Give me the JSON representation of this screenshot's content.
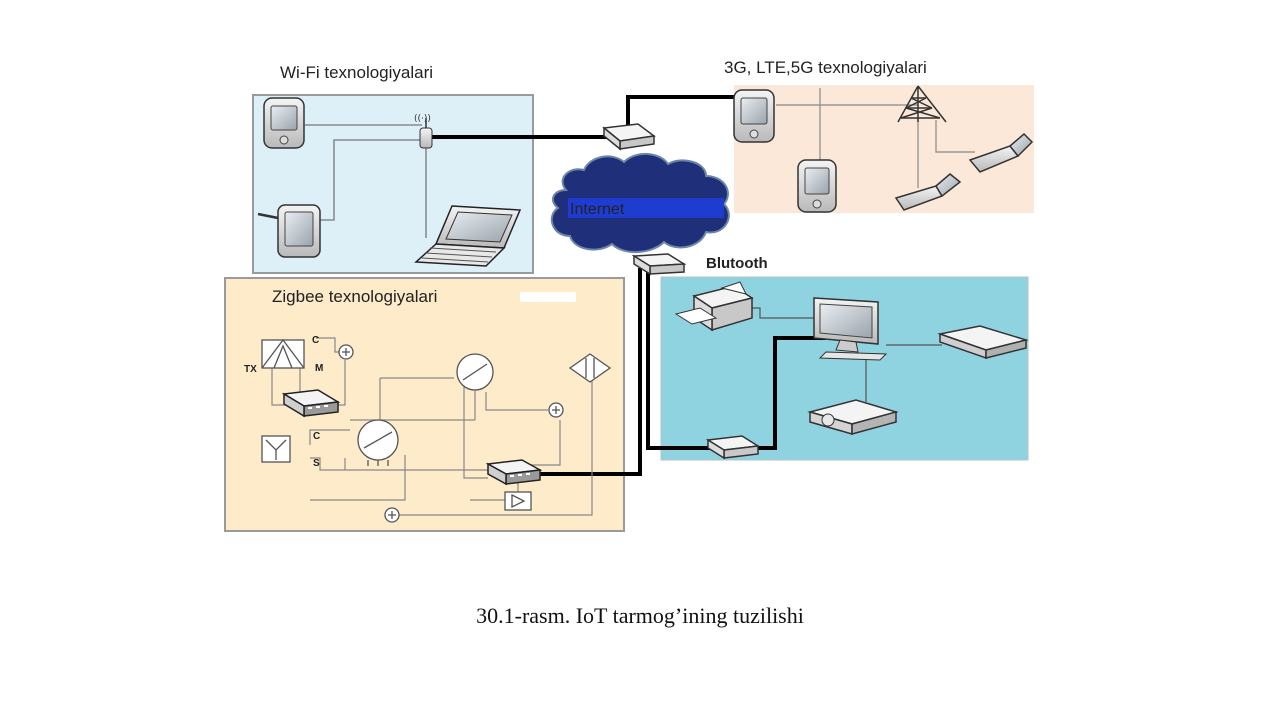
{
  "diagram": {
    "wifi": {
      "title": "Wi-Fi texnologiyalari",
      "fill": "#ddf0f8"
    },
    "mobile": {
      "title": "3G, LTE,5G texnologiyalari",
      "fill": "#fbe8d8"
    },
    "zigbee": {
      "title": "Zigbee texnologiyalari",
      "fill": "#fdebc9",
      "labels": {
        "tx": "TX",
        "c1": "C",
        "m": "M",
        "c2": "C",
        "s": "S"
      }
    },
    "bluetooth": {
      "title": "Blutooth",
      "fill": "#8fd3e0"
    },
    "internet": {
      "label": "Internet",
      "fill": "#1f2f7a",
      "glow": "#1e3fd9"
    },
    "line_color": "#000000"
  },
  "caption": "30.1-rasm. IoT tarmog’ining tuzilishi"
}
